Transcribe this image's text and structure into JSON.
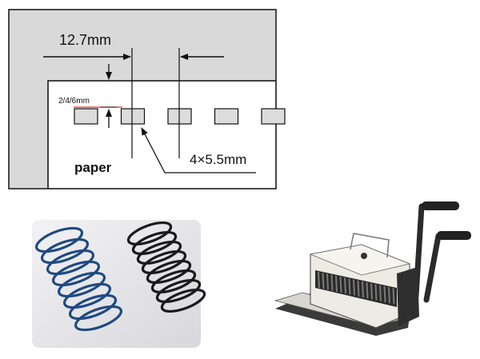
{
  "diagram": {
    "pitch_label": "12.7mm",
    "margin_label": "2/4/6mm",
    "hole_size_label": "4×5.5mm",
    "paper_label": "paper",
    "hole_count": 5,
    "colors": {
      "background_panel": "#d9d9d9",
      "paper": "#ffffff",
      "hole_fill": "#dcdcdc",
      "margin_line": "#e0302a",
      "line": "#111111"
    }
  },
  "photos": {
    "binding_wires": {
      "icon": "double-loop-wire-icon",
      "colors": [
        "#1f4a82",
        "#1a1a1a"
      ],
      "background": "#e6e6e8"
    },
    "binding_machine": {
      "icon": "wire-binding-machine-icon",
      "body_color": "#ecebe4",
      "frame_color": "#2b2b2b"
    }
  }
}
